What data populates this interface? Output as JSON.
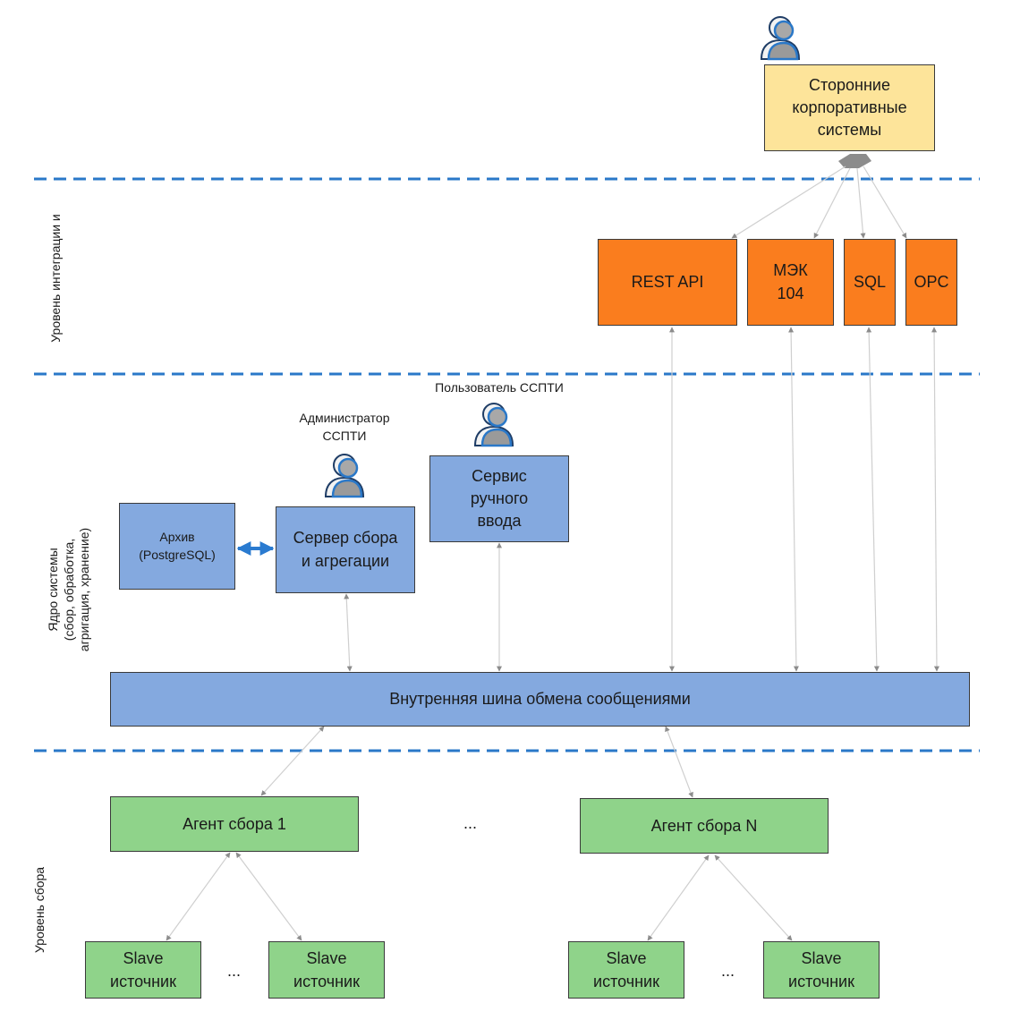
{
  "third_party": "Сторонние\nкорпоративные\nсистемы",
  "protocols": [
    "REST API",
    "МЭК\n104",
    "SQL",
    "OPC"
  ],
  "labels": {
    "user_ssti": "Пользователь ССПТИ",
    "admin_ssti": "Администратор\nССПТИ"
  },
  "core": {
    "archive": "Архив\n(PostgreSQL)",
    "server": "Сервер сбора\nи агрегации",
    "manual": "Сервис\nручного\nввода",
    "bus": "Внутренняя шина обмена сообщениями"
  },
  "agents": [
    "Агент сбора 1",
    "Агент сбора N"
  ],
  "slave": "Slave\nисточник",
  "ellipsis": "...",
  "levels": {
    "integration": "Уровень интеграции и",
    "core": "Ядро системы\n(сбор, обработка,\nагригация, хранение)",
    "collection": "Уровень сбора"
  },
  "colors": {
    "yellow": "#fde49a",
    "orange": "#fa7d1e",
    "blue": "#84a9df",
    "green": "#8fd38a",
    "divider": "#2a78c8",
    "arrow": "#8c8c8c"
  }
}
